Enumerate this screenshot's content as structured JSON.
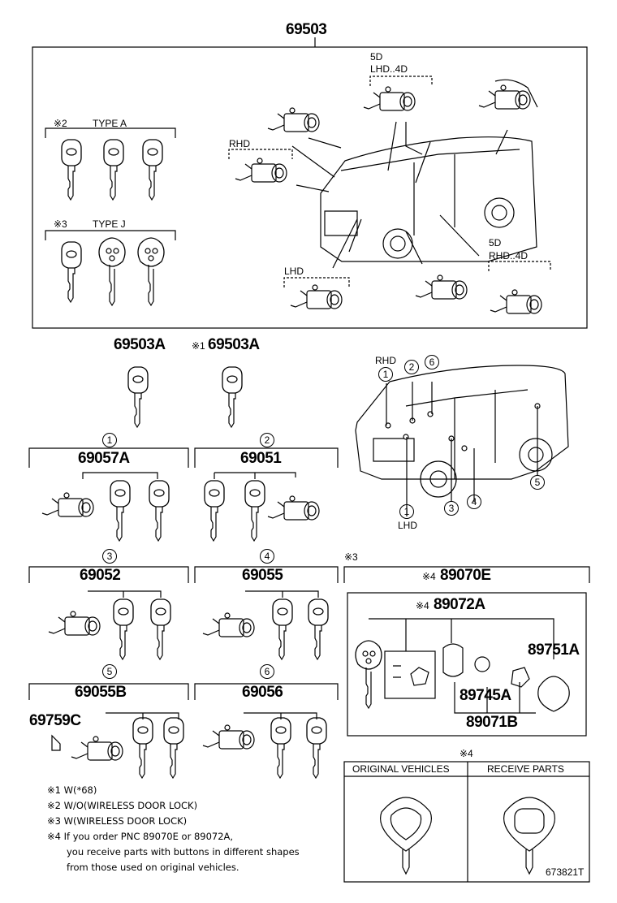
{
  "header_part": "69503",
  "top_panel": {
    "type_a_mark": "※2",
    "type_a_label": "TYPE A",
    "type_j_mark": "※3",
    "type_j_label": "TYPE J",
    "rhd_label": "RHD",
    "lhd_label": "LHD",
    "ld_5d": "5D",
    "ld_lhd4d": "LHD..4D",
    "rd_5d": "5D",
    "rd_rhd4d": "RHD..4D"
  },
  "keys_blank": {
    "a_part": "69503A",
    "b_mark": "※1",
    "b_part": "69503A"
  },
  "van_locator": {
    "rhd": "RHD",
    "lhd": "LHD",
    "c1": "1",
    "c2": "2",
    "c3": "3",
    "c4": "4",
    "c5": "5",
    "c6": "6",
    "c1b": "1"
  },
  "groups": [
    {
      "circle": "1",
      "part": "69057A"
    },
    {
      "circle": "2",
      "part": "69051"
    },
    {
      "circle": "3",
      "part": "69052"
    },
    {
      "circle": "4",
      "part": "69055"
    },
    {
      "circle": "5",
      "part": "69055B"
    },
    {
      "circle": "6",
      "part": "69056"
    }
  ],
  "group5_extra": "69759C",
  "remote": {
    "section_mark": "※3",
    "main_mark": "※4",
    "main_part": "89070E",
    "sub_mark": "※4",
    "sub_part": "89072A",
    "p_89751A": "89751A",
    "p_89745A": "89745A",
    "p_89071B": "89071B"
  },
  "compare": {
    "mark": "※4",
    "left_title": "ORIGINAL VEHICLES",
    "right_title": "RECEIVE PARTS"
  },
  "notes": [
    "※1 W(*68)",
    "※2 W/O(WIRELESS DOOR LOCK)",
    "※3 W(WIRELESS DOOR LOCK)",
    "※4 If you order PNC 89070E or 89072A,",
    "you receive parts with buttons in different shapes",
    "from those used on original vehicles."
  ],
  "figure_id": "673821T"
}
